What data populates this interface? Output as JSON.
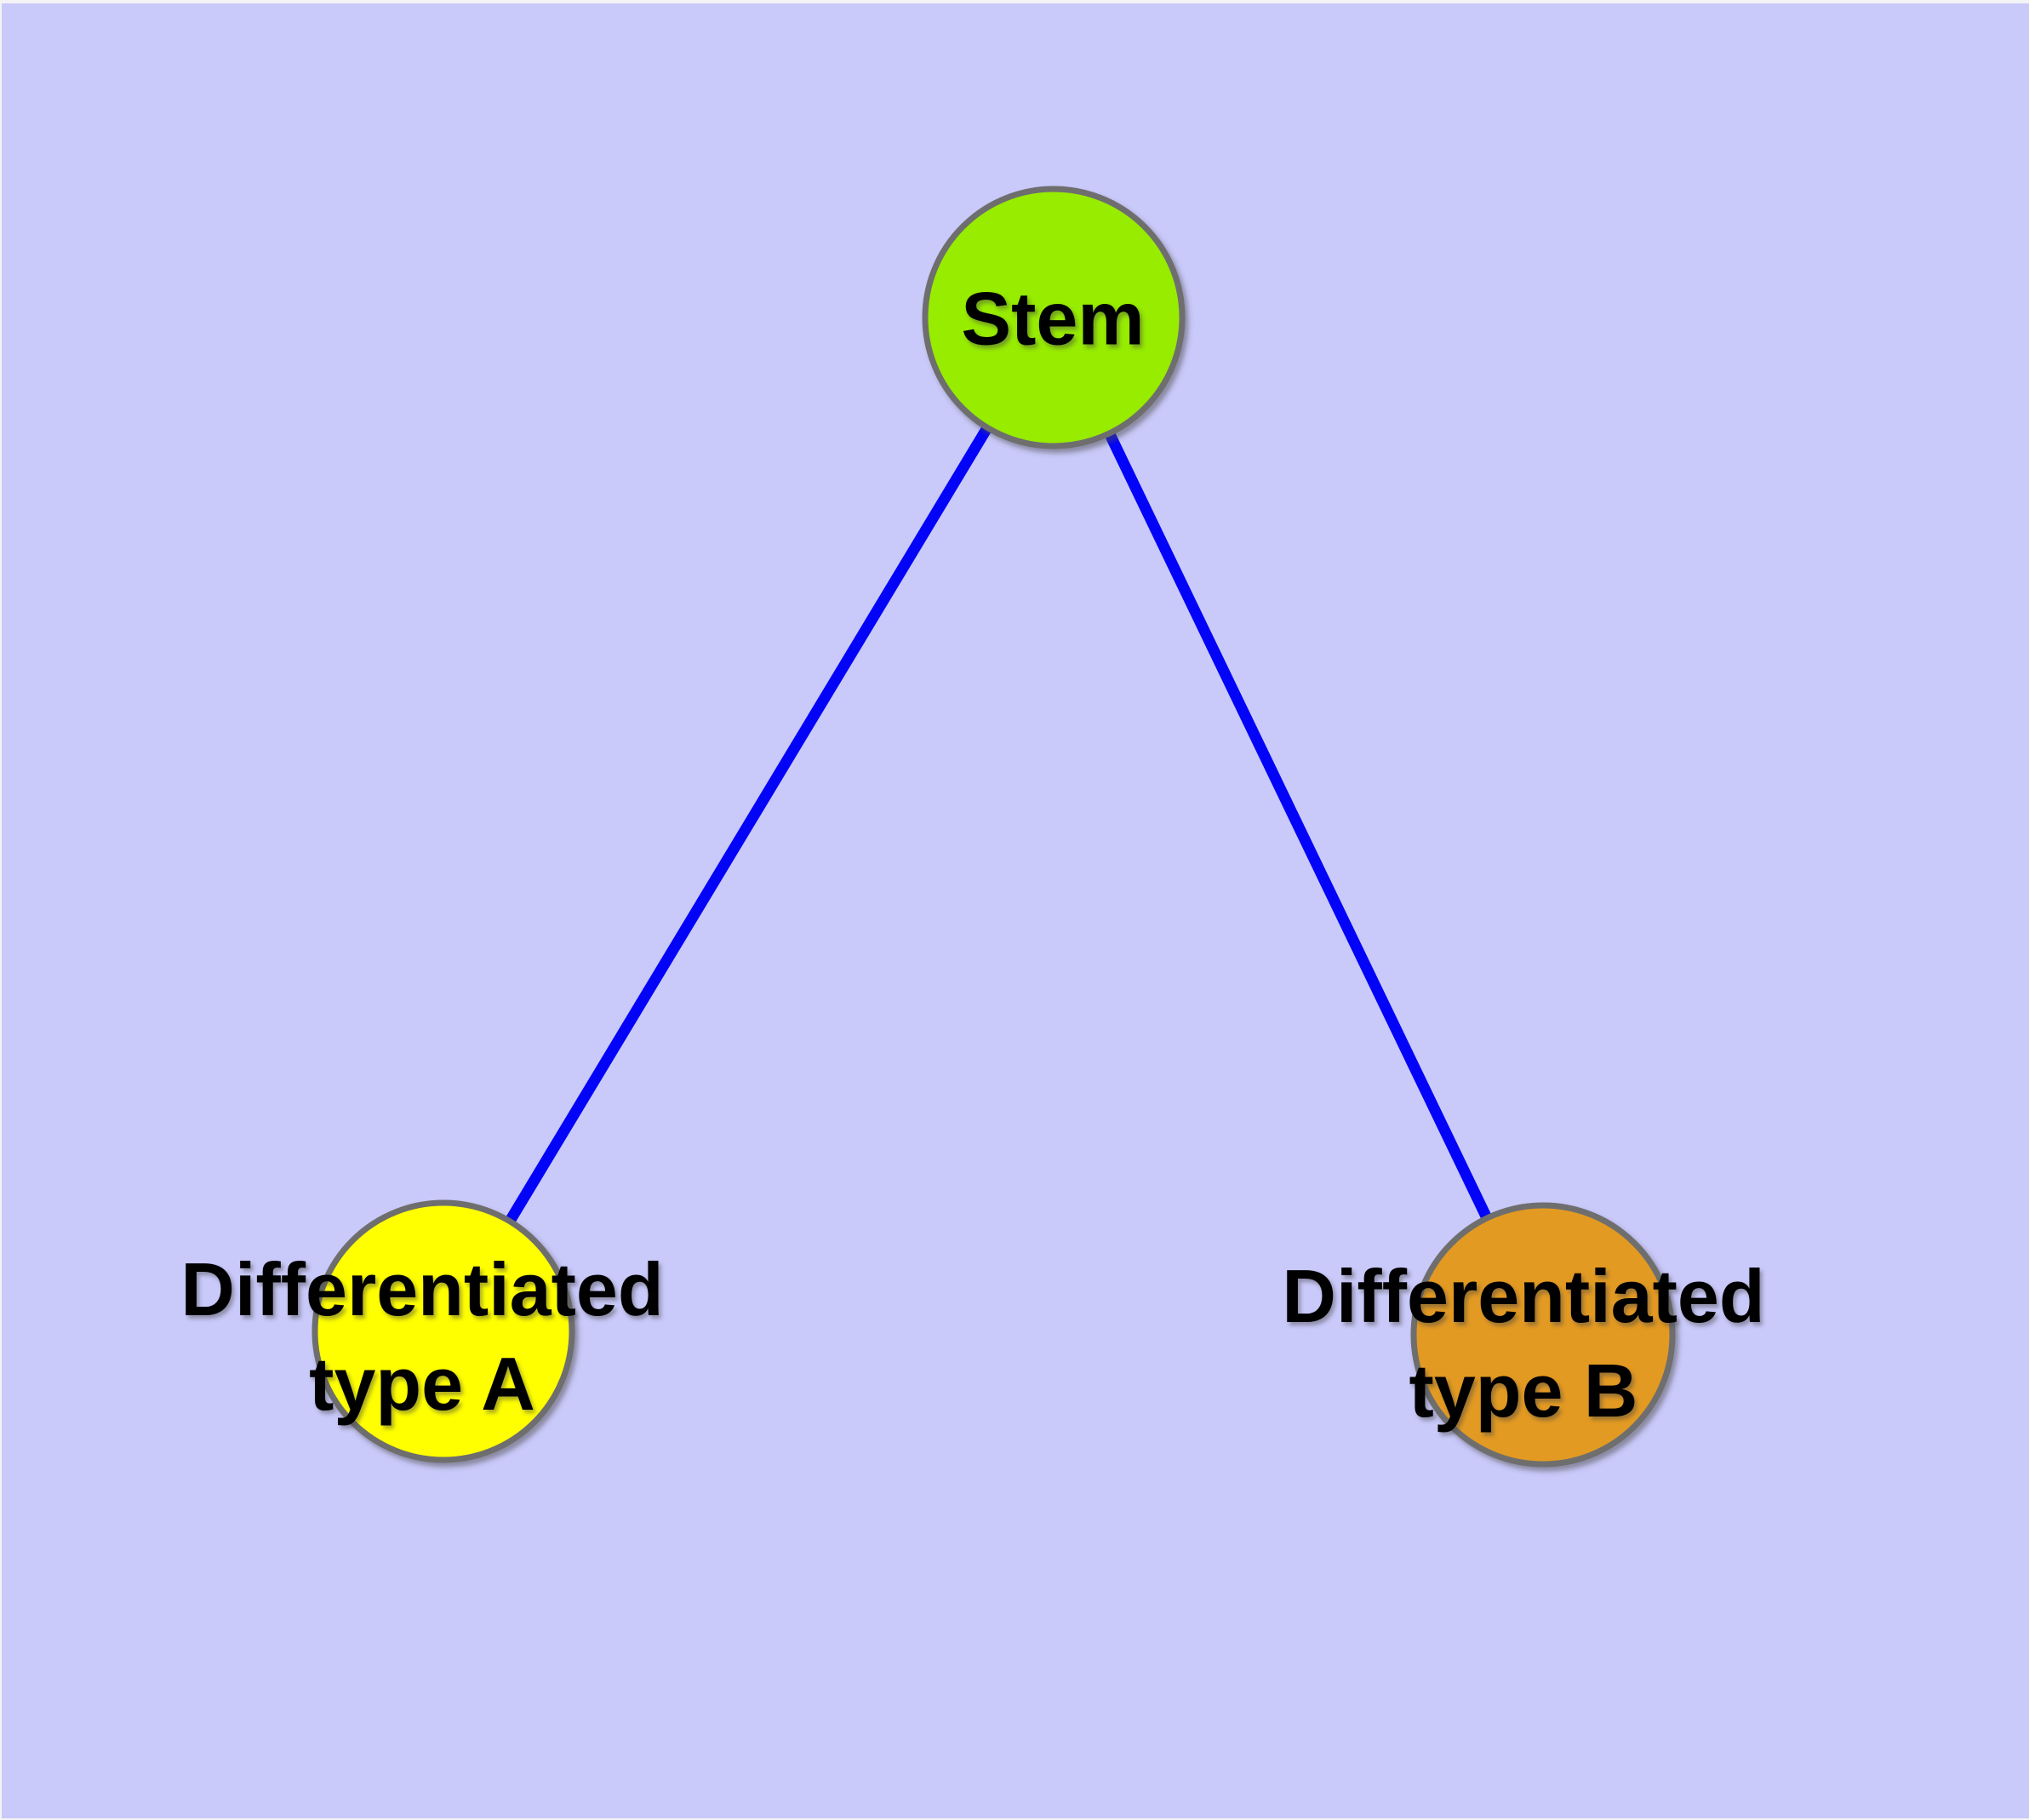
{
  "diagram": {
    "background_color": "#C9C9FA",
    "node_border_color": "#6E6E6E",
    "text_color": "#000000",
    "edge_color": "#0303F8",
    "nodes": [
      {
        "id": "stem",
        "label": "Stem",
        "fill": "#97EC05"
      },
      {
        "id": "differentiated-type-a",
        "label": "Differentiated\ntype A",
        "fill": "#FFFF00"
      },
      {
        "id": "differentiated-type-b",
        "label": "Differentiated\ntype B",
        "fill": "#E39A20"
      }
    ],
    "edges": [
      {
        "from": "stem",
        "to": "differentiated-type-a",
        "color": "#0303F8"
      },
      {
        "from": "stem",
        "to": "differentiated-type-b",
        "color": "#0303F8"
      }
    ]
  }
}
